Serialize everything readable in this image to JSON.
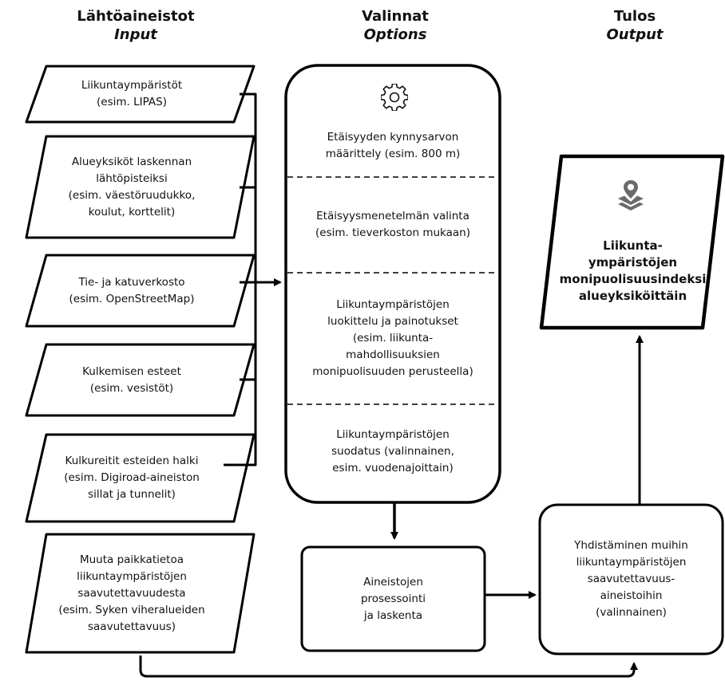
{
  "columns": {
    "input": {
      "title": "Lähtöaineistot",
      "subtitle": "Input"
    },
    "options": {
      "title": "Valinnat",
      "subtitle": "Options"
    },
    "output": {
      "title": "Tulos",
      "subtitle": "Output"
    }
  },
  "inputs": [
    "Liikuntaympäristöt\n(esim. LIPAS)",
    "Alueyksiköt laskennan\nlähtöpisteiksi\n(esim. väestöruudukko,\nkoulut, korttelit)",
    "Tie- ja katuverkosto\n(esim. OpenStreetMap)",
    "Kulkemisen esteet\n(esim. vesistöt)",
    "Kulkureitit esteiden halki\n(esim. Digiroad-aineiston\nsillat ja tunnelit)",
    "Muuta paikkatietoa\nliikuntaympäristöjen\nsaavutettavuudesta\n(esim. Syken viheralueiden\nsaavutettavuus)"
  ],
  "options": {
    "icon": "gear-icon",
    "sections": [
      "Etäisyyden kynnysarvon\nmäärittely (esim. 800 m)",
      "Etäisyysmenetelmän valinta\n(esim. tieverkoston mukaan)",
      "Liikuntaympäristöjen\nluokittelu ja painotukset\n(esim. liikunta-\nmahdollisuuksien\nmonipuolisuuden perusteella)",
      "Liikuntaympäristöjen\nsuodatus (valinnainen,\nesim. vuodenajoittain)"
    ]
  },
  "processing": "Aineistojen\nprosessointi\nja laskenta",
  "combine": "Yhdistäminen muihin\nliikuntaympäristöjen\nsaavutettavuus-\naineistoihin\n(valinnainen)",
  "output": {
    "icon": "map-layers-icon",
    "text": "Liikunta-\nympäristöjen\nmonipuolisuusindeksi\nalueyksiköittäin"
  },
  "colors": {
    "stroke": "#000000",
    "icon": "#6b6b6b",
    "background": "#ffffff"
  }
}
